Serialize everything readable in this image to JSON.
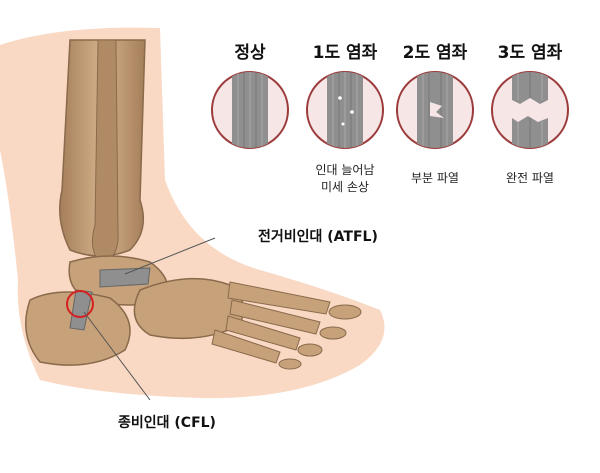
{
  "stages": [
    {
      "title": "정상",
      "desc": []
    },
    {
      "title": "1도 염좌",
      "desc": [
        "인대 늘어남",
        "미세 손상"
      ]
    },
    {
      "title": "2도 염좌",
      "desc": [
        "부분 파열"
      ]
    },
    {
      "title": "3도 염좌",
      "desc": [
        "완전 파열"
      ]
    }
  ],
  "ligaments": {
    "atfl": "전거비인대 (ATFL)",
    "cfl": "종비인대 (CFL)"
  },
  "colors": {
    "skin": "#f9d9c4",
    "bone": "#c6a17a",
    "bone_edge": "#8a6a4b",
    "ligament": "#8f8f8f",
    "ring": "#9c3b3b",
    "marker": "#d62020"
  }
}
